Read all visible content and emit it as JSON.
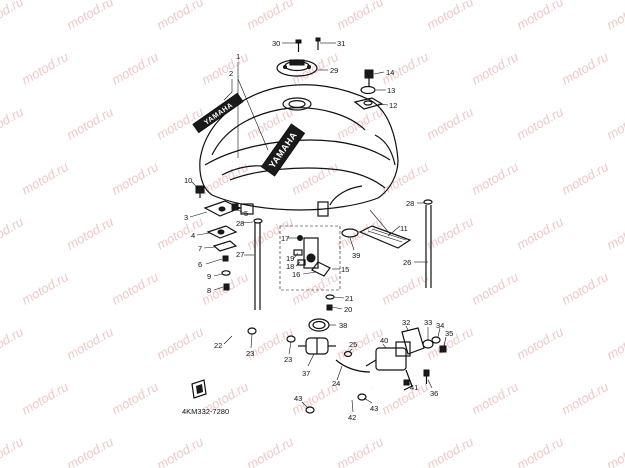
{
  "watermark": "motod.ru",
  "diagram_code": "4KM332-7280",
  "tank_logo_text": "YAMAHA",
  "side_logo_text": "YAMAHA",
  "callouts": [
    "1",
    "2",
    "3",
    "4",
    "5",
    "6",
    "7",
    "8",
    "9",
    "10",
    "11",
    "12",
    "13",
    "14",
    "15",
    "16",
    "17",
    "18",
    "19",
    "20",
    "21",
    "22",
    "23",
    "23",
    "24",
    "25",
    "26",
    "27",
    "28",
    "28",
    "29",
    "30",
    "31",
    "32",
    "33",
    "34",
    "35",
    "36",
    "37",
    "38",
    "39",
    "40",
    "41",
    "42",
    "43",
    "43"
  ]
}
